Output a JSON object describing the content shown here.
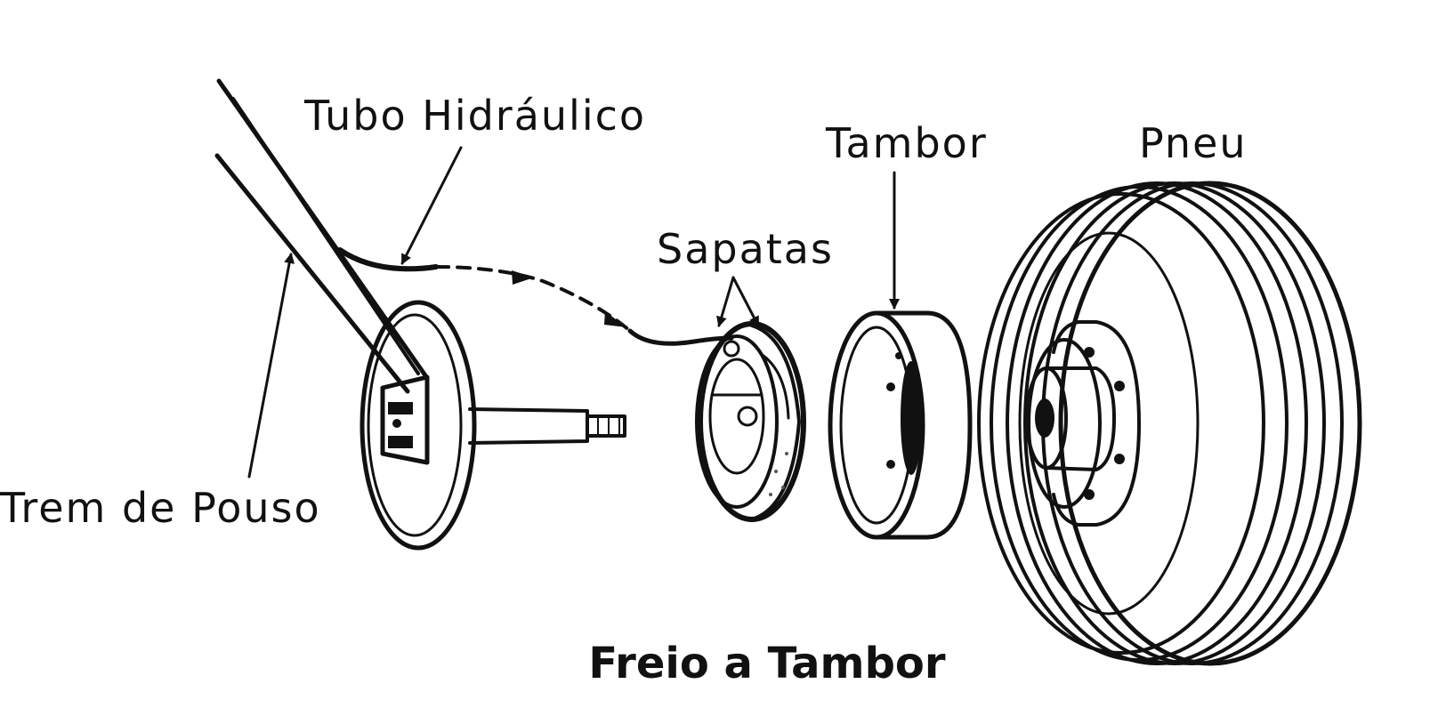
{
  "diagram": {
    "title": "Freio a Tambor",
    "labels": {
      "hydraulic_tube": "Tubo Hidráulico",
      "drum": "Tambor",
      "tire": "Pneu",
      "shoes": "Sapatas",
      "landing_gear": "Trem de Pouso"
    }
  }
}
